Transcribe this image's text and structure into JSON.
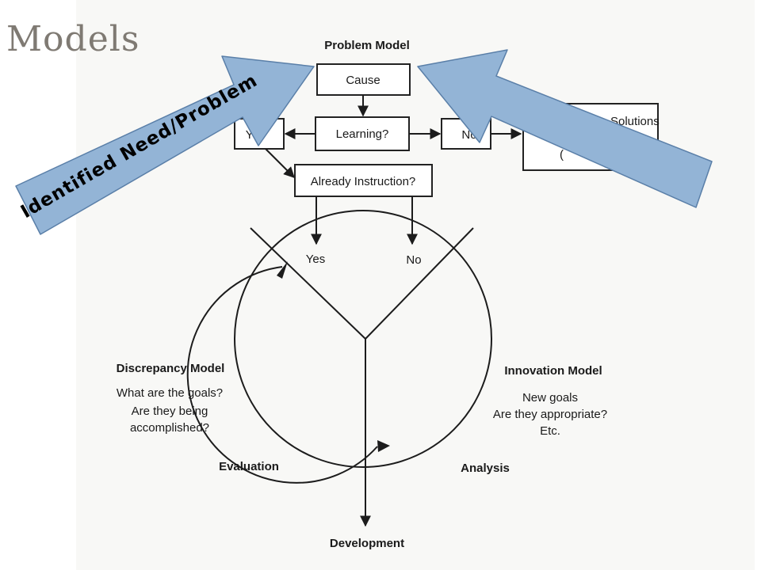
{
  "slide": {
    "title": "Models"
  },
  "problem_model": {
    "title": "Problem Model",
    "cause": "Cause",
    "learning": "Learning?",
    "yes_left": "Yes",
    "no_right": "No",
    "other_solutions_line1": "Solutions",
    "other_solutions_line2": "(",
    "already_instruction": "Already Instruction?"
  },
  "cycle": {
    "yes": "Yes",
    "no": "No",
    "evaluation": "Evaluation",
    "analysis": "Analysis",
    "development": "Development"
  },
  "discrepancy_model": {
    "title": "Discrepancy Model",
    "lines": [
      "What are the goals?",
      "Are they being",
      "accomplished?"
    ]
  },
  "innovation_model": {
    "title": "Innovation Model",
    "lines": [
      "New goals",
      "Are they appropriate?",
      "Etc."
    ]
  },
  "annotation": {
    "banner_text": "Identified Need/Problem",
    "arrow_color": "#93b4d6",
    "arrow_border": "#5a7fa8"
  }
}
